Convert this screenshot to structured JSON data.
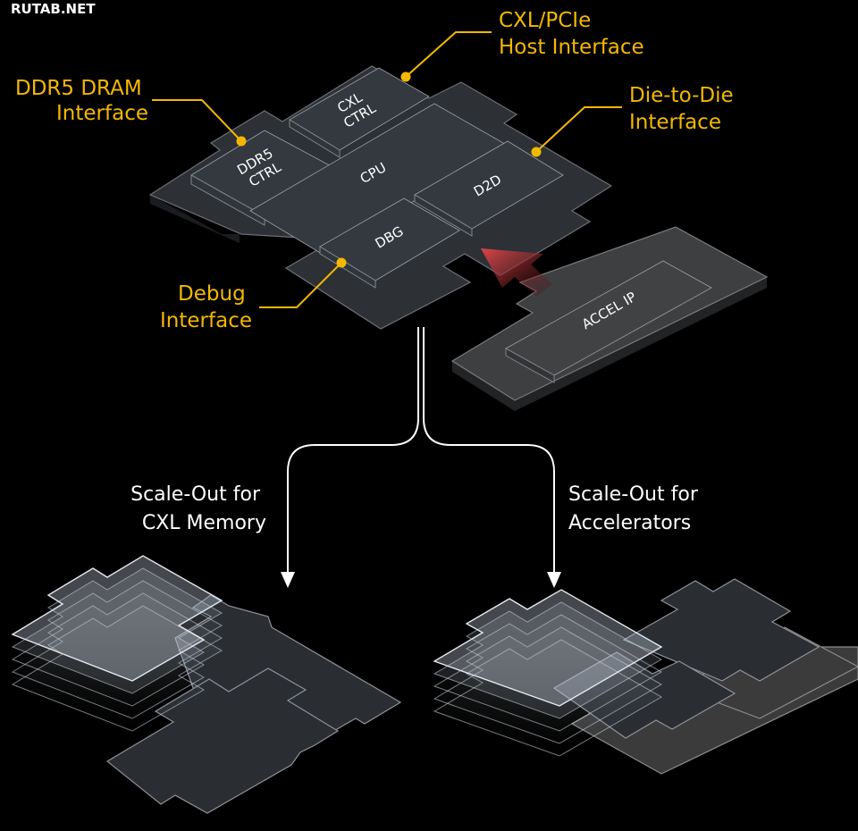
{
  "watermark": "RUTAB.NET",
  "callouts": {
    "cxl_host": [
      "CXL/PCIe",
      "Host Interface"
    ],
    "ddr5": [
      "DDR5 DRAM",
      "Interface"
    ],
    "d2d": [
      "Die-to-Die",
      "Interface"
    ],
    "debug": [
      "Debug",
      "Interface"
    ]
  },
  "blocks": {
    "cxl_ctrl": [
      "CXL",
      "CTRL"
    ],
    "ddr5_ctrl": [
      "DDR5",
      "CTRL"
    ],
    "cpu": "CPU",
    "d2d": "D2D",
    "dbg": "DBG",
    "accel": "ACCEL IP"
  },
  "branches": {
    "left": [
      "Scale-Out for",
      "CXL Memory"
    ],
    "right": [
      "Scale-Out for",
      "Accelerators"
    ]
  },
  "colors": {
    "background": "#000000",
    "callout_accent": "#f5b800",
    "arrow_accent": "#c0393b",
    "text": "#ffffff"
  }
}
